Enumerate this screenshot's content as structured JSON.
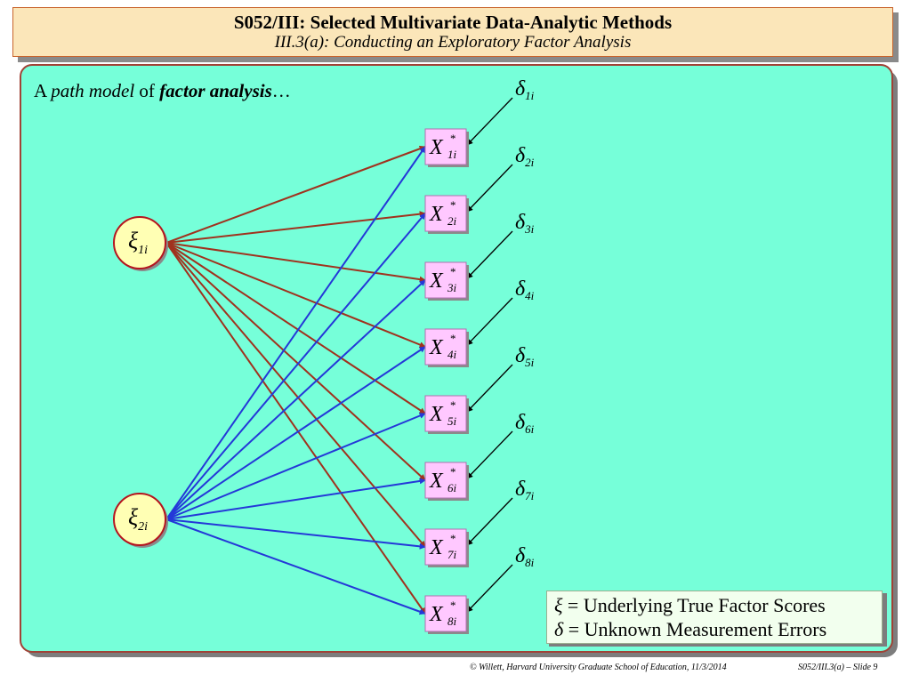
{
  "title": {
    "main": "S052/III: Selected Multivariate Data-Analytic Methods",
    "sub": "III.3(a):  Conducting an Exploratory Factor Analysis"
  },
  "heading": {
    "a": "A ",
    "path_model": "path model",
    "of": " of ",
    "factor_analysis": "factor analysis",
    "ellipsis": "…"
  },
  "factors": [
    {
      "symbol": "ξ",
      "sub": "1i"
    },
    {
      "symbol": "ξ",
      "sub": "2i"
    }
  ],
  "indicators": [
    {
      "symbol": "X",
      "sub": "1i",
      "sup": "*"
    },
    {
      "symbol": "X",
      "sub": "2i",
      "sup": "*"
    },
    {
      "symbol": "X",
      "sub": "3i",
      "sup": "*"
    },
    {
      "symbol": "X",
      "sub": "4i",
      "sup": "*"
    },
    {
      "symbol": "X",
      "sub": "5i",
      "sup": "*"
    },
    {
      "symbol": "X",
      "sub": "6i",
      "sup": "*"
    },
    {
      "symbol": "X",
      "sub": "7i",
      "sup": "*"
    },
    {
      "symbol": "X",
      "sub": "8i",
      "sup": "*"
    }
  ],
  "errors": [
    {
      "symbol": "δ",
      "sub": "1i"
    },
    {
      "symbol": "δ",
      "sub": "2i"
    },
    {
      "symbol": "δ",
      "sub": "3i"
    },
    {
      "symbol": "δ",
      "sub": "4i"
    },
    {
      "symbol": "δ",
      "sub": "5i"
    },
    {
      "symbol": "δ",
      "sub": "6i"
    },
    {
      "symbol": "δ",
      "sub": "7i"
    },
    {
      "symbol": "δ",
      "sub": "8i"
    }
  ],
  "legend": {
    "xi_symbol": "ξ",
    "xi_text": " = Underlying True Factor Scores",
    "delta_symbol": "δ",
    "delta_text": " = Unknown  Measurement Errors"
  },
  "footer": {
    "left": "© Willett, Harvard University Graduate School of Education, 11/3/2014",
    "right": "S052/III.3(a) – Slide 9"
  },
  "colors": {
    "factor1_arrows": "#a0321e",
    "factor2_arrows": "#2438d8",
    "error_arrows": "#000000",
    "indicator_fill": "#ffc8ff",
    "factor_fill": "#ffffb4",
    "factor_stroke": "#b4141e"
  }
}
